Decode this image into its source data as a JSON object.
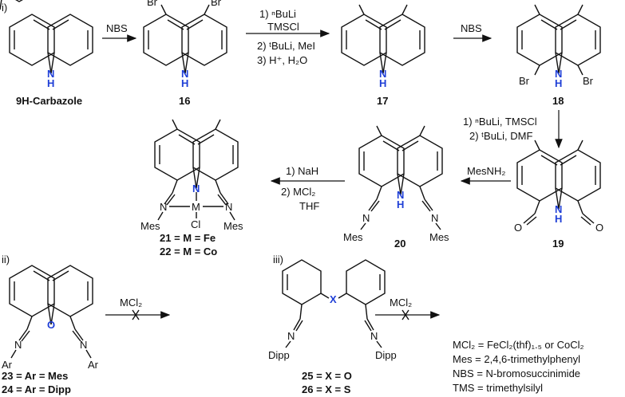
{
  "sections": {
    "i": "i)",
    "ii": "ii)",
    "iii": "iii)"
  },
  "compounds": {
    "carbazole": {
      "label": "9H-Carbazole"
    },
    "c16": {
      "label": "16"
    },
    "c17": {
      "label": "17"
    },
    "c18": {
      "label": "18"
    },
    "c19": {
      "label": "19"
    },
    "c20": {
      "label": "20"
    },
    "c21": {
      "label": "21 = M = Fe"
    },
    "c22": {
      "label": "22 = M = Co"
    },
    "c23": {
      "label": "23 = Ar = Mes"
    },
    "c24": {
      "label": "24 = Ar = Dipp"
    },
    "c25": {
      "label": "25 = X = O"
    },
    "c26": {
      "label": "26 = X = S"
    }
  },
  "atoms": {
    "N": "N",
    "H": "H",
    "Br": "Br",
    "O": "O",
    "M": "M",
    "Cl": "Cl",
    "X": "X",
    "Mes": "Mes",
    "Ar": "Ar",
    "Dipp": "Dipp"
  },
  "reagents": {
    "r1": "NBS",
    "r2_1": "1) ⁿBuLi",
    "r2_1b": "TMSCl",
    "r2_2": "2) ᵗBuLi, MeI",
    "r2_3": "3) H⁺, H₂O",
    "r3": "NBS",
    "r4_1": "1) ⁿBuLi, TMSCl",
    "r4_2": "2) ᵗBuLi, DMF",
    "r5": "MesNH₂",
    "r6_1": "1) NaH",
    "r6_2": "2) MCl₂",
    "r6_3": "THF",
    "r7": "MCl₂",
    "r8": "MCl₂"
  },
  "legend": [
    "MCl₂ = FeCl₂(thf)₁.₅ or CoCl₂",
    "Mes = 2,4,6-trimethylphenyl",
    "NBS = N-bromosuccinimide",
    "TMS = trimethylsilyl"
  ],
  "colors": {
    "bond": "#111111",
    "highlight": "#1f3fd6"
  }
}
